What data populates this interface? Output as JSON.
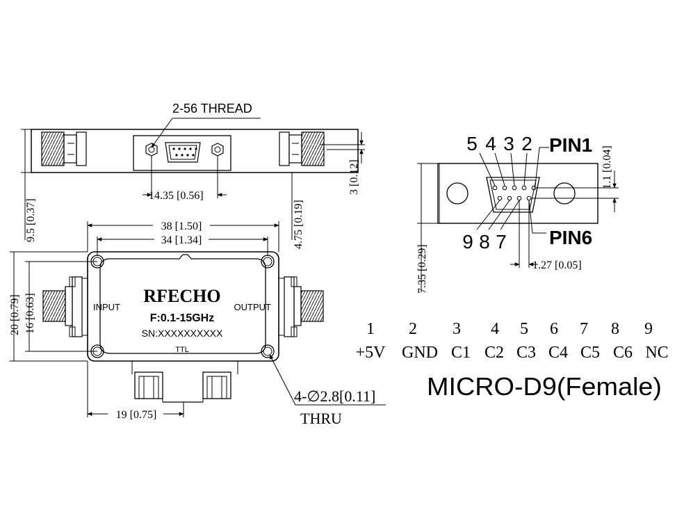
{
  "top_view": {
    "thread_label": "2-56 THREAD",
    "dim_14_35": "14.35 [0.56]",
    "dim_3": "3 [0.12]",
    "dim_9_5": "9.5 [0.37]",
    "dim_4_75": "4.75 [0.19]"
  },
  "front_view": {
    "dim_38": "38 [1.50]",
    "dim_34": "34 [1.34]",
    "dim_20": "20 [0.79]",
    "dim_16": "16 [0.63]",
    "dim_19": "19 [0.75]",
    "brand": "RFECHO",
    "freq": "F:0.1-15GHz",
    "serial": "SN:XXXXXXXXXX",
    "ttl": "TTL",
    "input": "INPUT",
    "output": "OUTPUT",
    "hole_note": "4-∅2.8[0.11]",
    "thru": "THRU"
  },
  "connector_view": {
    "top_pins": [
      "5",
      "4",
      "3",
      "2"
    ],
    "pin1": "PIN1",
    "bottom_pins": [
      "9",
      "8",
      "7"
    ],
    "pin6": "PIN6",
    "dim_1_1": "1.1 [0.04]",
    "dim_7_35": "7.35 [0.29]",
    "dim_1_27": "1.27 [0.05]"
  },
  "pin_table": {
    "numbers": [
      "1",
      "2",
      "3",
      "4",
      "5",
      "6",
      "7",
      "8",
      "9"
    ],
    "functions": [
      "+5V",
      "GND",
      "C1",
      "C2",
      "C3",
      "C4",
      "C5",
      "C6",
      "NC"
    ]
  },
  "connector_type": "MICRO-D9(Female)"
}
